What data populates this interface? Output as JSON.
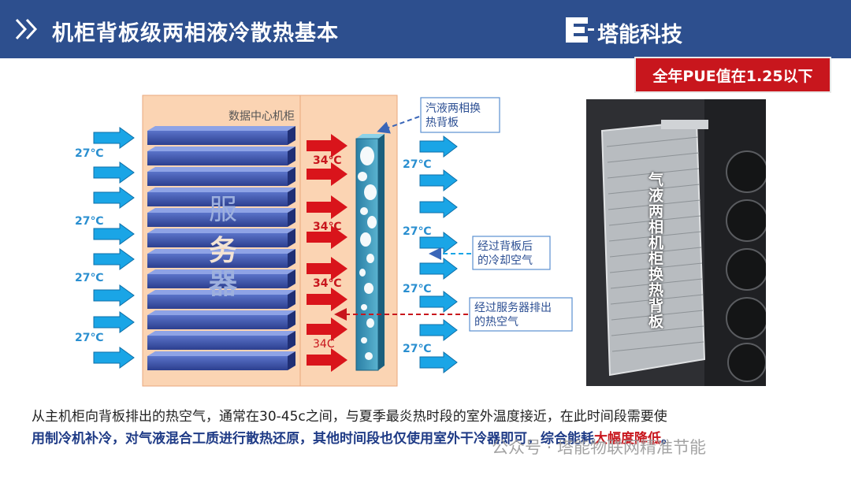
{
  "header": {
    "title": "机柜背板级两相液冷散热基本",
    "brand": "塔能科技"
  },
  "badge": {
    "pue": "全年PUE值在1.25以下"
  },
  "diagram": {
    "rack_label": "数据中心机柜",
    "server_chars": [
      "服",
      "务",
      "器"
    ],
    "inlet_temps": [
      "27℃",
      "27℃",
      "27℃",
      "27℃"
    ],
    "hot_temps": [
      "34℃",
      "34℃",
      "34℃",
      "34C"
    ],
    "outlet_temps": [
      "27℃",
      "27℃",
      "27℃",
      "27℃"
    ],
    "callout_backplate": "汽液两相换热背板",
    "callout_cooled": "经过背板后的冷却空气",
    "callout_hot": "经过服务器排出的热空气"
  },
  "photo": {
    "label": "气液两相机柜换热背板"
  },
  "caption": {
    "line1": "从主机柜向背板排出的热空气，通常在30-45c之间，与夏季最炎热时段的室外温度接近，在此时间段需要使",
    "line2_a": "用制冷机补冷，对气液混合工质进行散热还原，其他时间段也仅使用室外干冷器即可，综合能耗",
    "line2_b": "大幅度降低",
    "line2_c": "。"
  },
  "watermark": "公众号 · 塔能物联网精准节能",
  "colors": {
    "header_bg": "#2d4f8e",
    "accent_red": "#c8161d",
    "cold_arrow": "#1aa5e6",
    "hot_arrow": "#d9141b"
  }
}
